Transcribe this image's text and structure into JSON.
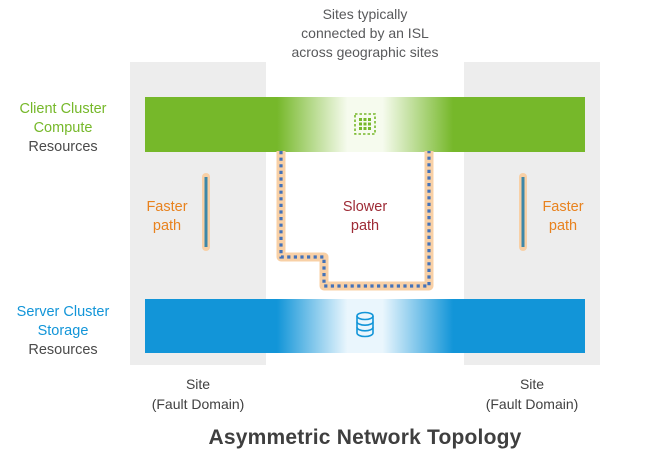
{
  "diagram": {
    "top_note": "Sites typically\nconnected by an ISL\nacross geographic sites",
    "title": "Asymmetric Network Topology",
    "compute_label": {
      "primary": "Client Cluster\nCompute",
      "secondary": "Resources"
    },
    "storage_label": {
      "primary": "Server Cluster\nStorage",
      "secondary": "Resources"
    },
    "faster_path_left": "Faster\npath",
    "faster_path_right": "Faster\npath",
    "slower_path": "Slower\npath",
    "site_left": "Site\n(Fault Domain)",
    "site_right": "Site\n(Fault Domain)",
    "icons": {
      "compute": "cpu-chip-icon",
      "storage": "database-icon"
    },
    "colors": {
      "compute_green": "#76b82a",
      "storage_blue": "#1295d8",
      "faster_orange": "#e8821e",
      "slower_red": "#9e2b36",
      "path_dot_blue": "#4472b8",
      "path_halo": "#f8d0a6",
      "faster_line": "#3d87a8",
      "site_column_gray": "#ededed"
    }
  }
}
